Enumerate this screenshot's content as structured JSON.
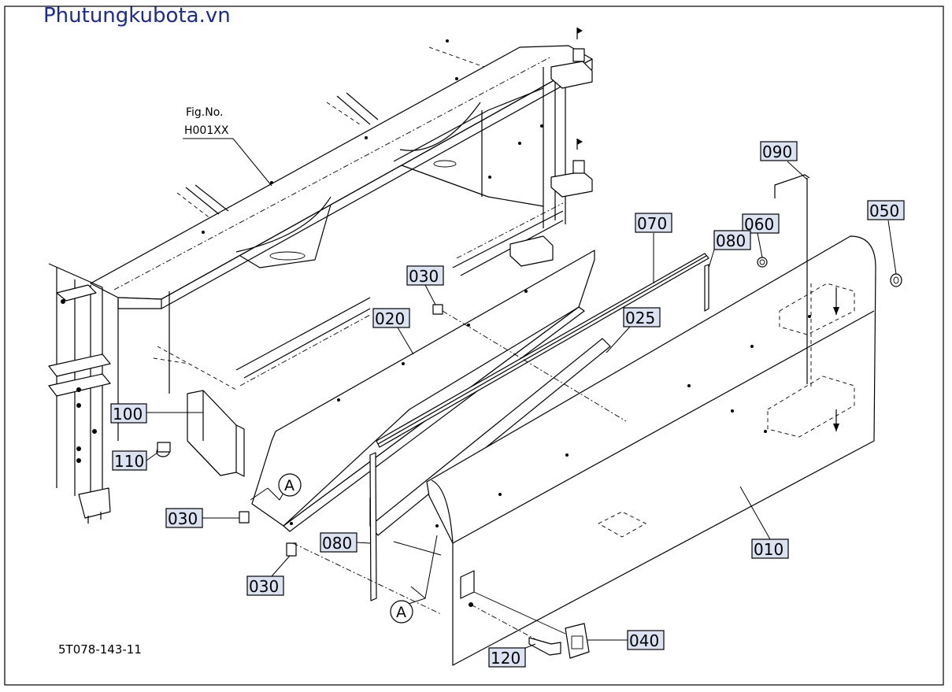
{
  "watermark": "Phutungkubota.vn",
  "fig_reference": {
    "line1": "Fig.No.",
    "line2": "H001XX"
  },
  "drawing_number": "5T078-143-11",
  "detail_marker": "A",
  "callouts": {
    "c090": "090",
    "c050": "050",
    "c060": "060",
    "c070": "070",
    "c080_top": "080",
    "c030_top": "030",
    "c020": "020",
    "c025": "025",
    "c100": "100",
    "c110": "110",
    "c030_left": "030",
    "c080_bottom": "080",
    "c030_bottom": "030",
    "c010": "010",
    "c040": "040",
    "c120": "120"
  }
}
